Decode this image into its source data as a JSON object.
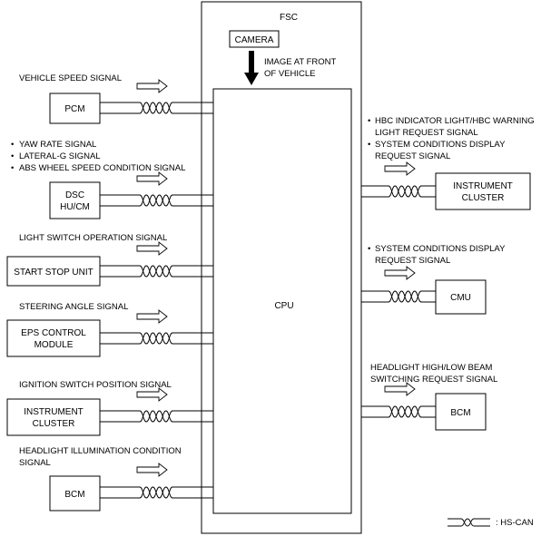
{
  "fsc": {
    "title": "FSC",
    "camera": "CAMERA",
    "cpu": "CPU",
    "camera_note": [
      "IMAGE AT FRONT",
      "OF VEHICLE"
    ]
  },
  "inputs": [
    {
      "id": "pcm",
      "box": [
        "PCM"
      ],
      "signal": [
        "VEHICLE SPEED SIGNAL"
      ],
      "bullets": false
    },
    {
      "id": "dsc",
      "box": [
        "DSC",
        "HU/CM"
      ],
      "signal": [
        "YAW RATE SIGNAL",
        "LATERAL-G SIGNAL",
        "ABS WHEEL SPEED CONDITION SIGNAL"
      ],
      "bullets": true
    },
    {
      "id": "start-stop",
      "box": [
        "START STOP UNIT"
      ],
      "signal": [
        "LIGHT SWITCH OPERATION SIGNAL"
      ],
      "bullets": false
    },
    {
      "id": "eps",
      "box": [
        "EPS CONTROL",
        "MODULE"
      ],
      "signal": [
        "STEERING ANGLE SIGNAL"
      ],
      "bullets": false
    },
    {
      "id": "instrument-cluster-in",
      "box": [
        "INSTRUMENT",
        "CLUSTER"
      ],
      "signal": [
        "IGNITION SWITCH POSITION SIGNAL"
      ],
      "bullets": false
    },
    {
      "id": "bcm-in",
      "box": [
        "BCM"
      ],
      "signal": [
        "HEADLIGHT ILLUMINATION CONDITION",
        "SIGNAL"
      ],
      "bullets": false
    }
  ],
  "outputs": [
    {
      "id": "instrument-cluster-out",
      "box": [
        "INSTRUMENT",
        "CLUSTER"
      ],
      "signal": [
        {
          "bullet": true,
          "text": "HBC INDICATOR LIGHT/HBC WARNING"
        },
        {
          "bullet": false,
          "text": "LIGHT REQUEST SIGNAL"
        },
        {
          "bullet": true,
          "text": "SYSTEM CONDITIONS DISPLAY"
        },
        {
          "bullet": false,
          "text": "REQUEST SIGNAL"
        }
      ]
    },
    {
      "id": "cmu",
      "box": [
        "CMU"
      ],
      "signal": [
        {
          "bullet": true,
          "text": "SYSTEM CONDITIONS DISPLAY"
        },
        {
          "bullet": false,
          "text": "REQUEST SIGNAL"
        }
      ]
    },
    {
      "id": "bcm-out",
      "box": [
        "BCM"
      ],
      "signal": [
        {
          "bullet": false,
          "text": "HEADLIGHT HIGH/LOW BEAM"
        },
        {
          "bullet": false,
          "text": "SWITCHING REQUEST SIGNAL"
        }
      ]
    }
  ],
  "legend": {
    "label": ": HS-CAN"
  }
}
